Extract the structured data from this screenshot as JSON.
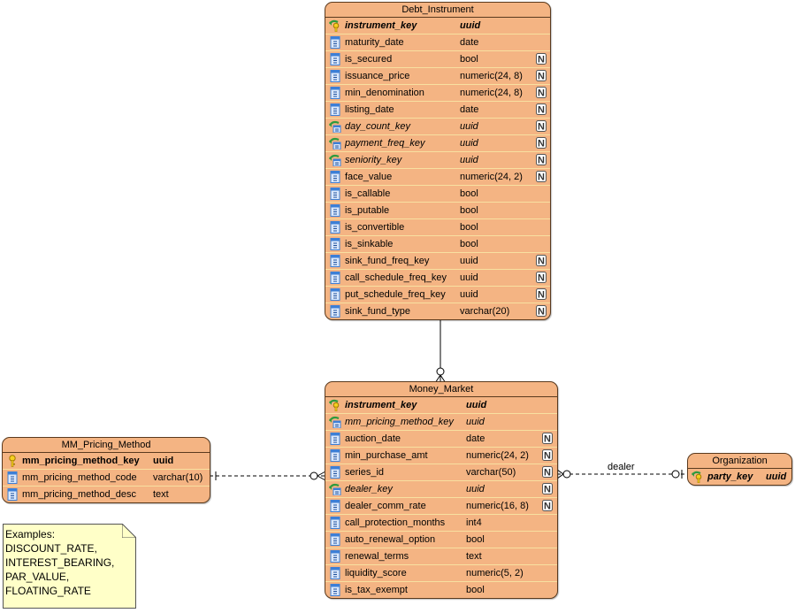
{
  "entities": {
    "debt_instrument": {
      "title": "Debt_Instrument",
      "columns": [
        {
          "name": "instrument_key",
          "type": "uuid",
          "key": "pk-fk",
          "nullable": false
        },
        {
          "name": "maturity_date",
          "type": "date",
          "key": "none",
          "nullable": false
        },
        {
          "name": "is_secured",
          "type": "bool",
          "key": "none",
          "nullable": true
        },
        {
          "name": "issuance_price",
          "type": "numeric(24, 8)",
          "key": "none",
          "nullable": true
        },
        {
          "name": "min_denomination",
          "type": "numeric(24, 8)",
          "key": "none",
          "nullable": true
        },
        {
          "name": "listing_date",
          "type": "date",
          "key": "none",
          "nullable": true
        },
        {
          "name": "day_count_key",
          "type": "uuid",
          "key": "fk",
          "nullable": true
        },
        {
          "name": "payment_freq_key",
          "type": "uuid",
          "key": "fk",
          "nullable": true
        },
        {
          "name": "seniority_key",
          "type": "uuid",
          "key": "fk",
          "nullable": true
        },
        {
          "name": "face_value",
          "type": "numeric(24, 2)",
          "key": "none",
          "nullable": true
        },
        {
          "name": "is_callable",
          "type": "bool",
          "key": "none",
          "nullable": false
        },
        {
          "name": "is_putable",
          "type": "bool",
          "key": "none",
          "nullable": false
        },
        {
          "name": "is_convertible",
          "type": "bool",
          "key": "none",
          "nullable": false
        },
        {
          "name": "is_sinkable",
          "type": "bool",
          "key": "none",
          "nullable": false
        },
        {
          "name": "sink_fund_freq_key",
          "type": "uuid",
          "key": "none",
          "nullable": true
        },
        {
          "name": "call_schedule_freq_key",
          "type": "uuid",
          "key": "none",
          "nullable": true
        },
        {
          "name": "put_schedule_freq_key",
          "type": "uuid",
          "key": "none",
          "nullable": true
        },
        {
          "name": "sink_fund_type",
          "type": "varchar(20)",
          "key": "none",
          "nullable": true
        }
      ]
    },
    "money_market": {
      "title": "Money_Market",
      "columns": [
        {
          "name": "instrument_key",
          "type": "uuid",
          "key": "pk-fk",
          "nullable": false
        },
        {
          "name": "mm_pricing_method_key",
          "type": "uuid",
          "key": "fk",
          "nullable": false
        },
        {
          "name": "auction_date",
          "type": "date",
          "key": "none",
          "nullable": true
        },
        {
          "name": "min_purchase_amt",
          "type": "numeric(24, 2)",
          "key": "none",
          "nullable": true
        },
        {
          "name": "series_id",
          "type": "varchar(50)",
          "key": "none",
          "nullable": true
        },
        {
          "name": "dealer_key",
          "type": "uuid",
          "key": "fk",
          "nullable": true
        },
        {
          "name": "dealer_comm_rate",
          "type": "numeric(16, 8)",
          "key": "none",
          "nullable": true
        },
        {
          "name": "call_protection_months",
          "type": "int4",
          "key": "none",
          "nullable": false
        },
        {
          "name": "auto_renewal_option",
          "type": "bool",
          "key": "none",
          "nullable": false
        },
        {
          "name": "renewal_terms",
          "type": "text",
          "key": "none",
          "nullable": false
        },
        {
          "name": "liquidity_score",
          "type": "numeric(5, 2)",
          "key": "none",
          "nullable": false
        },
        {
          "name": "is_tax_exempt",
          "type": "bool",
          "key": "none",
          "nullable": false
        }
      ]
    },
    "mm_pricing_method": {
      "title": "MM_Pricing_Method",
      "columns": [
        {
          "name": "mm_pricing_method_key",
          "type": "uuid",
          "key": "pk",
          "nullable": false
        },
        {
          "name": "mm_pricing_method_code",
          "type": "varchar(10)",
          "key": "none",
          "nullable": false
        },
        {
          "name": "mm_pricing_method_desc",
          "type": "text",
          "key": "none",
          "nullable": false
        }
      ]
    },
    "organization": {
      "title": "Organization",
      "columns": [
        {
          "name": "party_key",
          "type": "uuid",
          "key": "pk-fk",
          "nullable": false
        }
      ]
    }
  },
  "relationships": [
    {
      "from": "Debt_Instrument",
      "to": "Money_Market",
      "style": "solid",
      "from_end": "one",
      "to_end": "zero-or-many",
      "label": ""
    },
    {
      "from": "MM_Pricing_Method",
      "to": "Money_Market",
      "style": "dashed",
      "from_end": "one",
      "to_end": "zero-or-many",
      "label": ""
    },
    {
      "from": "Organization",
      "to": "Money_Market",
      "style": "dashed",
      "from_end": "zero-or-one",
      "to_end": "zero-or-many",
      "label": "dealer"
    }
  ],
  "note": {
    "lines": [
      "Examples:",
      "DISCOUNT_RATE,",
      "INTEREST_BEARING,",
      "PAR_VALUE,",
      "FLOATING_RATE"
    ]
  },
  "nullable_badge": "N",
  "colors": {
    "entity_fill": "#f4b483",
    "entity_border": "#5a3a1e",
    "row_separator": "#f8e0a0",
    "note_fill": "#ffffc8",
    "column_icon": "#3d7fd6",
    "fk_arrow": "#2e9a3e",
    "key_gold": "#e8c020"
  }
}
